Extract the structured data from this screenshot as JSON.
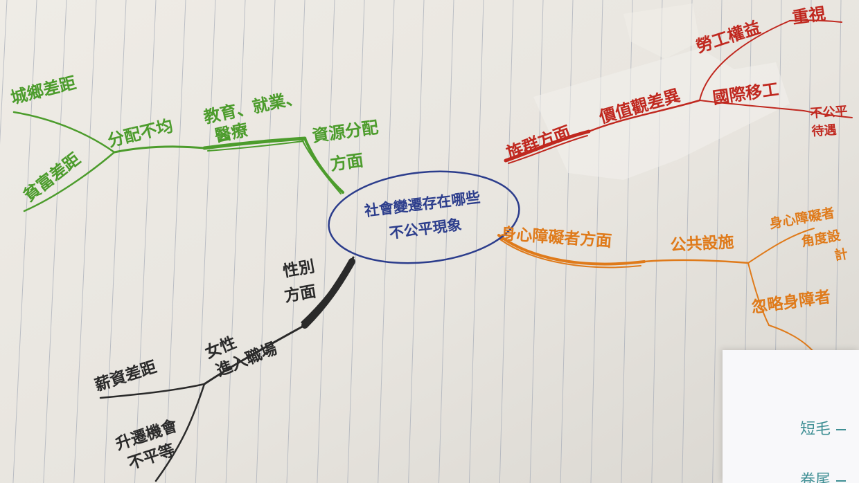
{
  "mind_map": {
    "center": {
      "line1": "社會變遷存在哪些",
      "line2": "不公平現象"
    },
    "green": {
      "resource": {
        "line1": "資源分配",
        "line2": "方面"
      },
      "education": {
        "line1": "教育、就業、",
        "line2": "醫療"
      },
      "uneven": "分配不均",
      "urban_rural": "城鄉差距",
      "rich_poor": "貧富差距"
    },
    "red": {
      "ethnic": "族群方面",
      "values": "價值觀差異",
      "labor": "勞工權益",
      "respect": "重視",
      "migrant": "國際移工",
      "unfair": {
        "line1": "不公平",
        "line2": "待遇"
      }
    },
    "orange": {
      "disabled": "身心障礙者方面",
      "facilities": "公共設施",
      "design": {
        "line1": "身心障礙者",
        "line2": "角度設",
        "line3": "計"
      },
      "ignore": "忽略身障者"
    },
    "black": {
      "gender": {
        "line1": "性別",
        "line2": "方面"
      },
      "women": {
        "line1": "女性",
        "line2": "進入職場"
      },
      "salary": "薪資差距",
      "promotion": {
        "line1": "升遷機會",
        "line2": "不平等"
      }
    }
  },
  "overlay_panel": {
    "items": [
      "短毛",
      "卷尾"
    ]
  },
  "colors": {
    "paper": "#e9e6e0",
    "rule_line": "#a6acb8",
    "center_blue": "#2c3d8c",
    "green": "#4c9c2c",
    "red": "#c0281f",
    "orange": "#df7a1a",
    "black": "#2a2a2a",
    "panel_text": "#3f8f94"
  }
}
